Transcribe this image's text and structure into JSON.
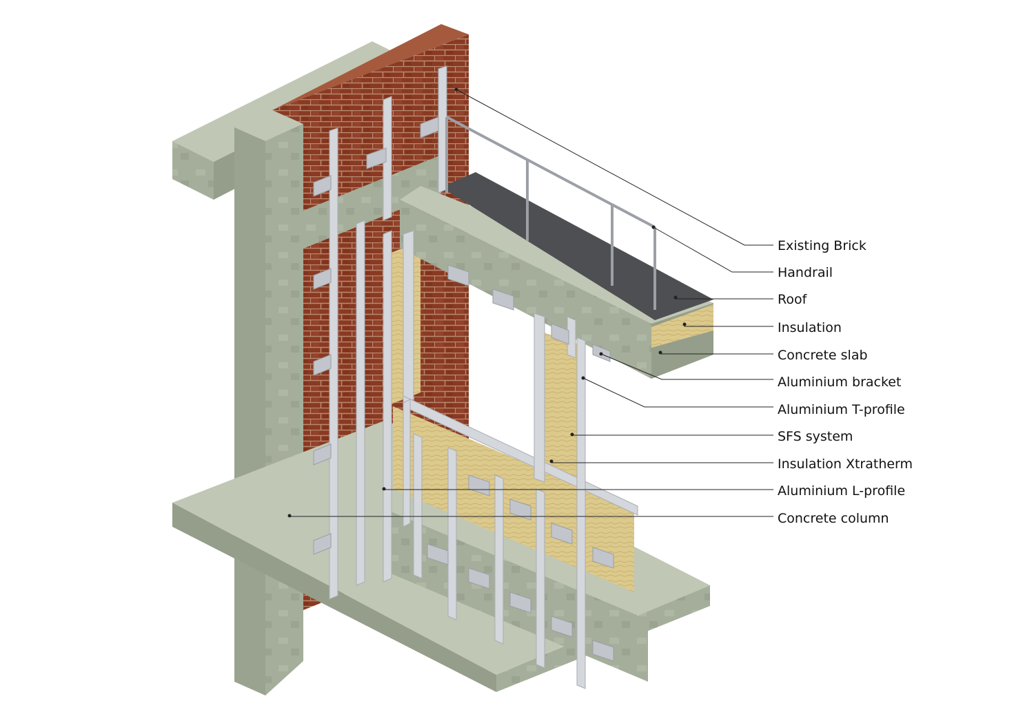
{
  "colors": {
    "concrete": "#a5ae9a",
    "concrete_dark": "#7f8a78",
    "concrete_light": "#c0c7b5",
    "brick": "#8a3a22",
    "brick_mortar": "#b98a72",
    "insulation": "#dcc98c",
    "aluminium": "#d4d7dc",
    "aluminium_dark": "#a9adb4",
    "roof": "#4d4f52",
    "leader": "#222222"
  },
  "labels": [
    {
      "id": "existing-brick",
      "text": "Existing Brick"
    },
    {
      "id": "handrail",
      "text": "Handrail"
    },
    {
      "id": "roof",
      "text": "Roof"
    },
    {
      "id": "insulation",
      "text": "Insulation"
    },
    {
      "id": "concrete-slab",
      "text": "Concrete slab"
    },
    {
      "id": "aluminium-bracket",
      "text": "Aluminium bracket"
    },
    {
      "id": "aluminium-t-profile",
      "text": "Aluminium T-profile"
    },
    {
      "id": "sfs-system",
      "text": "SFS system"
    },
    {
      "id": "insulation-xtratherm",
      "text": "Insulation Xtratherm"
    },
    {
      "id": "aluminium-l-profile",
      "text": "Aluminium L-profile"
    },
    {
      "id": "concrete-column",
      "text": "Concrete column"
    }
  ]
}
